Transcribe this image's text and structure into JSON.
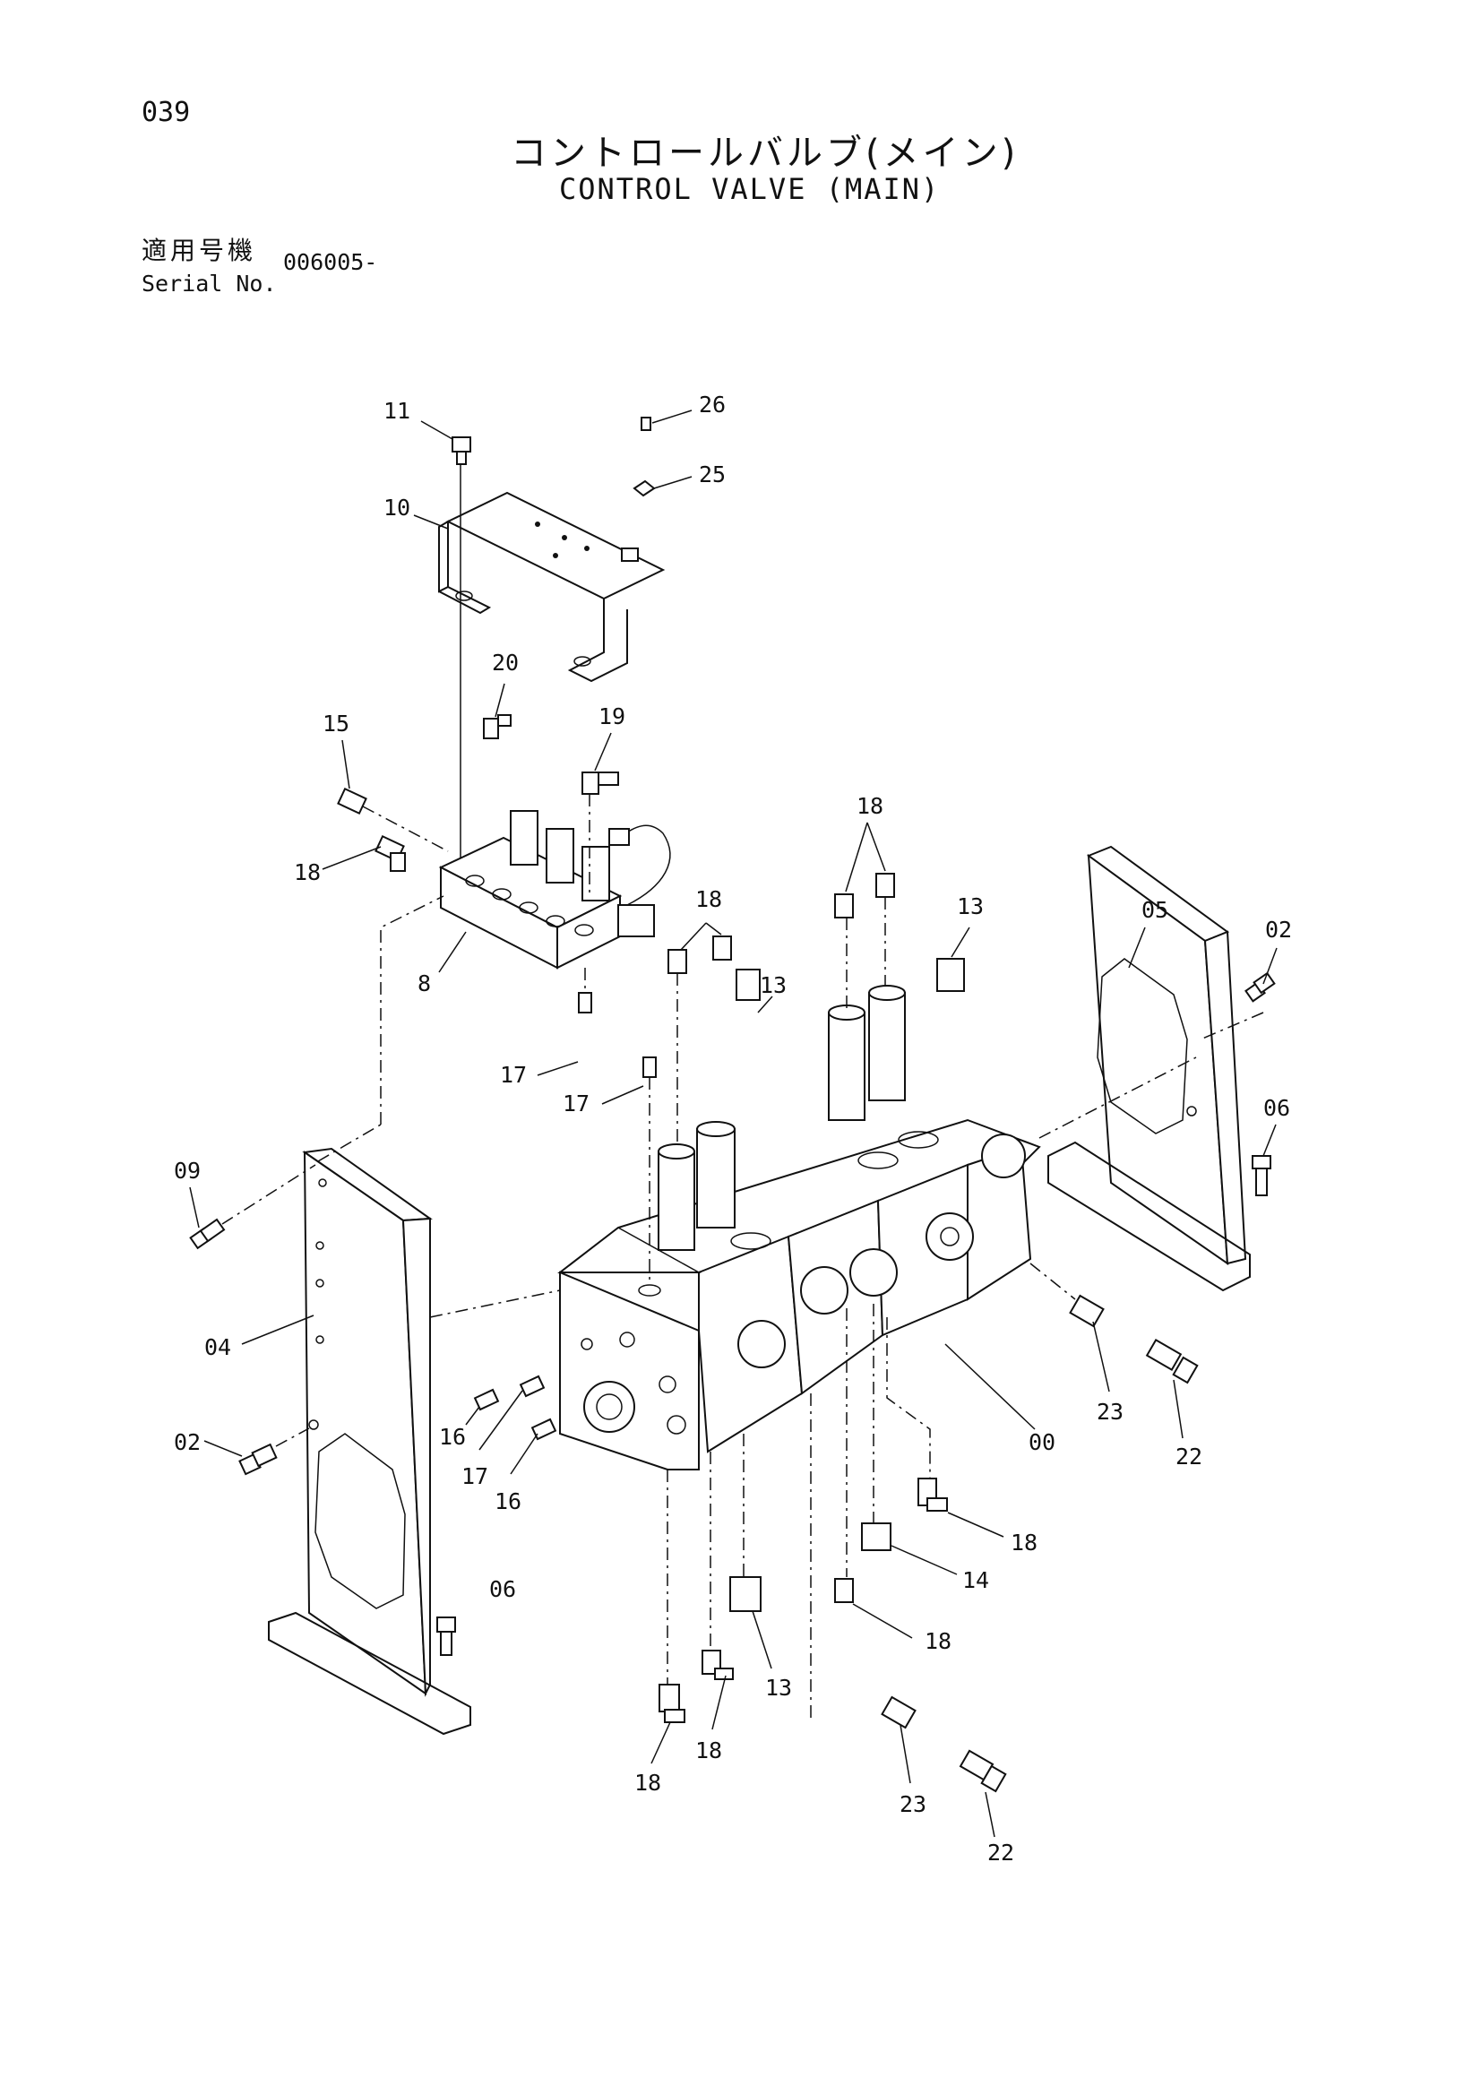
{
  "page_number": "039",
  "title_ja": "コントロールバルブ(メイン)",
  "title_en": "CONTROL VALVE (MAIN)",
  "serial": {
    "label_ja": "適用号機",
    "label_en": "Serial No.",
    "value": "006005-"
  },
  "callouts": [
    {
      "id": "c11",
      "text": "11"
    },
    {
      "id": "c26",
      "text": "26"
    },
    {
      "id": "c25",
      "text": "25"
    },
    {
      "id": "c10",
      "text": "10"
    },
    {
      "id": "c20",
      "text": "20"
    },
    {
      "id": "c15",
      "text": "15"
    },
    {
      "id": "c19",
      "text": "19"
    },
    {
      "id": "c18a",
      "text": "18"
    },
    {
      "id": "c18b",
      "text": "18"
    },
    {
      "id": "c18c",
      "text": "18"
    },
    {
      "id": "c13a",
      "text": "13"
    },
    {
      "id": "c13b",
      "text": "13"
    },
    {
      "id": "c05",
      "text": "05"
    },
    {
      "id": "c02a",
      "text": "02"
    },
    {
      "id": "c8",
      "text": "8"
    },
    {
      "id": "c17a",
      "text": "17"
    },
    {
      "id": "c17b",
      "text": "17"
    },
    {
      "id": "c06a",
      "text": "06"
    },
    {
      "id": "c09",
      "text": "09"
    },
    {
      "id": "c04",
      "text": "04"
    },
    {
      "id": "c02b",
      "text": "02"
    },
    {
      "id": "c16a",
      "text": "16"
    },
    {
      "id": "c17c",
      "text": "17"
    },
    {
      "id": "c16b",
      "text": "16"
    },
    {
      "id": "c00",
      "text": "00"
    },
    {
      "id": "c23a",
      "text": "23"
    },
    {
      "id": "c22a",
      "text": "22"
    },
    {
      "id": "c18d",
      "text": "18"
    },
    {
      "id": "c14",
      "text": "14"
    },
    {
      "id": "c06b",
      "text": "06"
    },
    {
      "id": "c18e",
      "text": "18"
    },
    {
      "id": "c13c",
      "text": "13"
    },
    {
      "id": "c18f",
      "text": "18"
    },
    {
      "id": "c18g",
      "text": "18"
    },
    {
      "id": "c23b",
      "text": "23"
    },
    {
      "id": "c22b",
      "text": "22"
    }
  ]
}
